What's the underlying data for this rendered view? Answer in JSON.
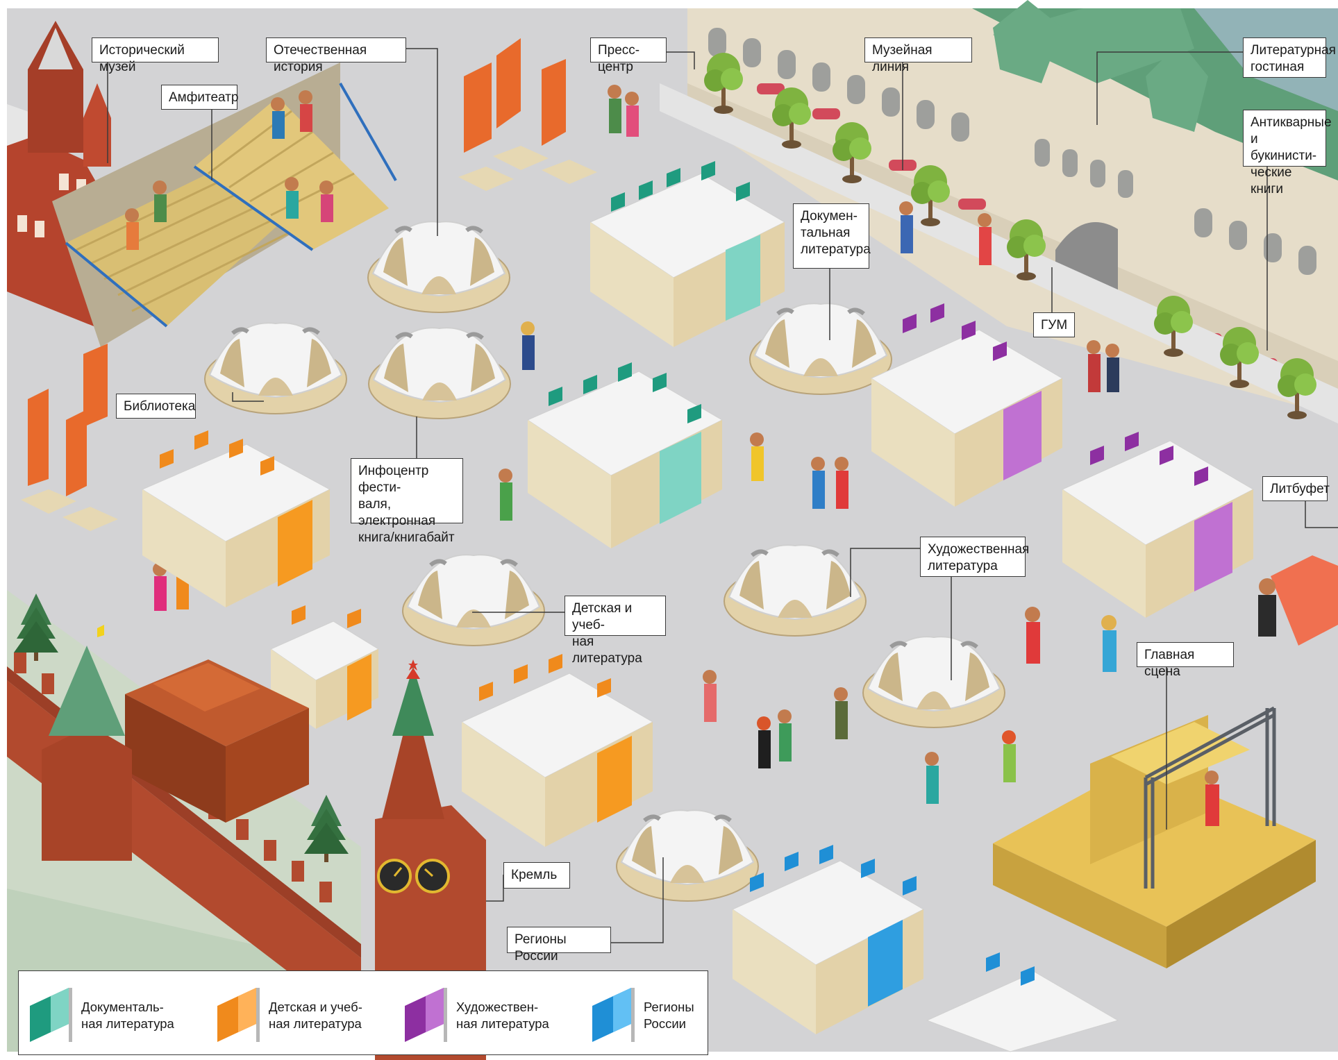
{
  "callouts": {
    "historical_museum": "Исторический музей",
    "national_history": "Отечественная история",
    "press_center": "Пресс-центр",
    "museum_line": "Музейная линия",
    "literary_lounge": "Литературная\nгостиная",
    "amphitheater": "Амфитеатр",
    "antique_books": "Антикварные\nи букинисти-\nческие книги",
    "documentary_literature": "Докумен-\nтальная\nлитература",
    "gum": "ГУМ",
    "library": "Библиотека",
    "info_center": "Инфоцентр фести-\nваля, электронная\nкнига/книгабайт",
    "litbuffet": "Литбуфет",
    "fiction": "Художественная\nлитература",
    "childrens_literature": "Детская и учеб-\nная литература",
    "main_stage": "Главная сцена",
    "kremlin": "Кремль",
    "russian_regions": "Регионы России"
  },
  "legend": [
    {
      "label": "Документаль-\nная литература",
      "color": "#1f9b7f",
      "color_light": "#7fd4c4",
      "icon": "flag-icon"
    },
    {
      "label": "Детская и учеб-\nная литература",
      "color": "#f08a1c",
      "color_light": "#ffb259",
      "icon": "flag-icon"
    },
    {
      "label": "Художествен-\nная литература",
      "color": "#8d2fa1",
      "color_light": "#c071d2",
      "icon": "flag-icon"
    },
    {
      "label": "Регионы\nРоссии",
      "color": "#1f8fd6",
      "color_light": "#62c0f4",
      "icon": "flag-icon"
    }
  ],
  "colors": {
    "ground": "#d3d3d5",
    "kremlin_red": "#b24a2e",
    "gum_facade": "#e6ddc9",
    "roof_green": "#5f9f79",
    "stage_yellow": "#e8c257",
    "tent_white": "#f4f4f4",
    "tent_beige": "#e3d2a9",
    "flag_red": "#e86a2c"
  }
}
